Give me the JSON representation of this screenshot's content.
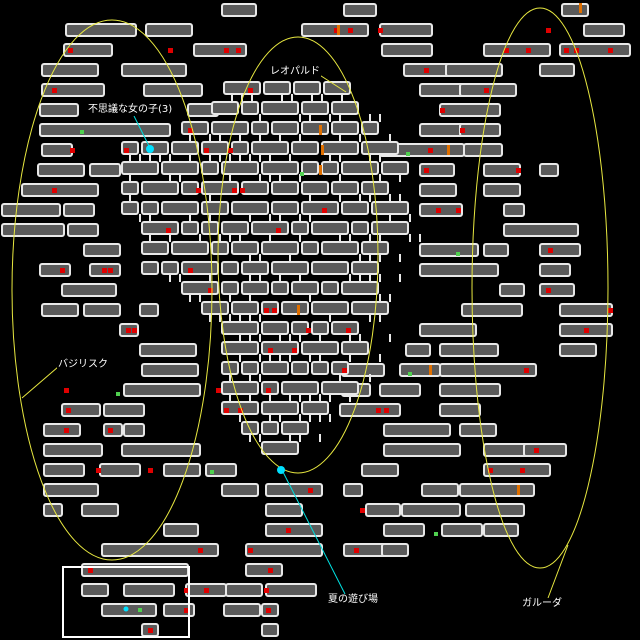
{
  "labels": {
    "leopard": "レオパルド",
    "mystery_girl": "不思議な女の子(3)",
    "basilisk": "バジリスク",
    "summer_playground": "夏の遊び場",
    "garuda": "ガルーダ"
  },
  "colors": {
    "room_fill": "#5a5a5a",
    "room_border": "#e8e8e8",
    "enemy_marker": "#e00000",
    "item_marker": "#50d050",
    "door_marker": "#e07000",
    "cyan_marker": "#00e0ff",
    "ellipse": "#e8e840",
    "leader_line": "#00e0e0",
    "white_frame": "#ffffff",
    "background": "#000000"
  },
  "icons": {
    "enemy": "red-square-icon",
    "item": "green-square-icon",
    "door": "orange-bar-icon",
    "spot": "cyan-circle-icon"
  }
}
